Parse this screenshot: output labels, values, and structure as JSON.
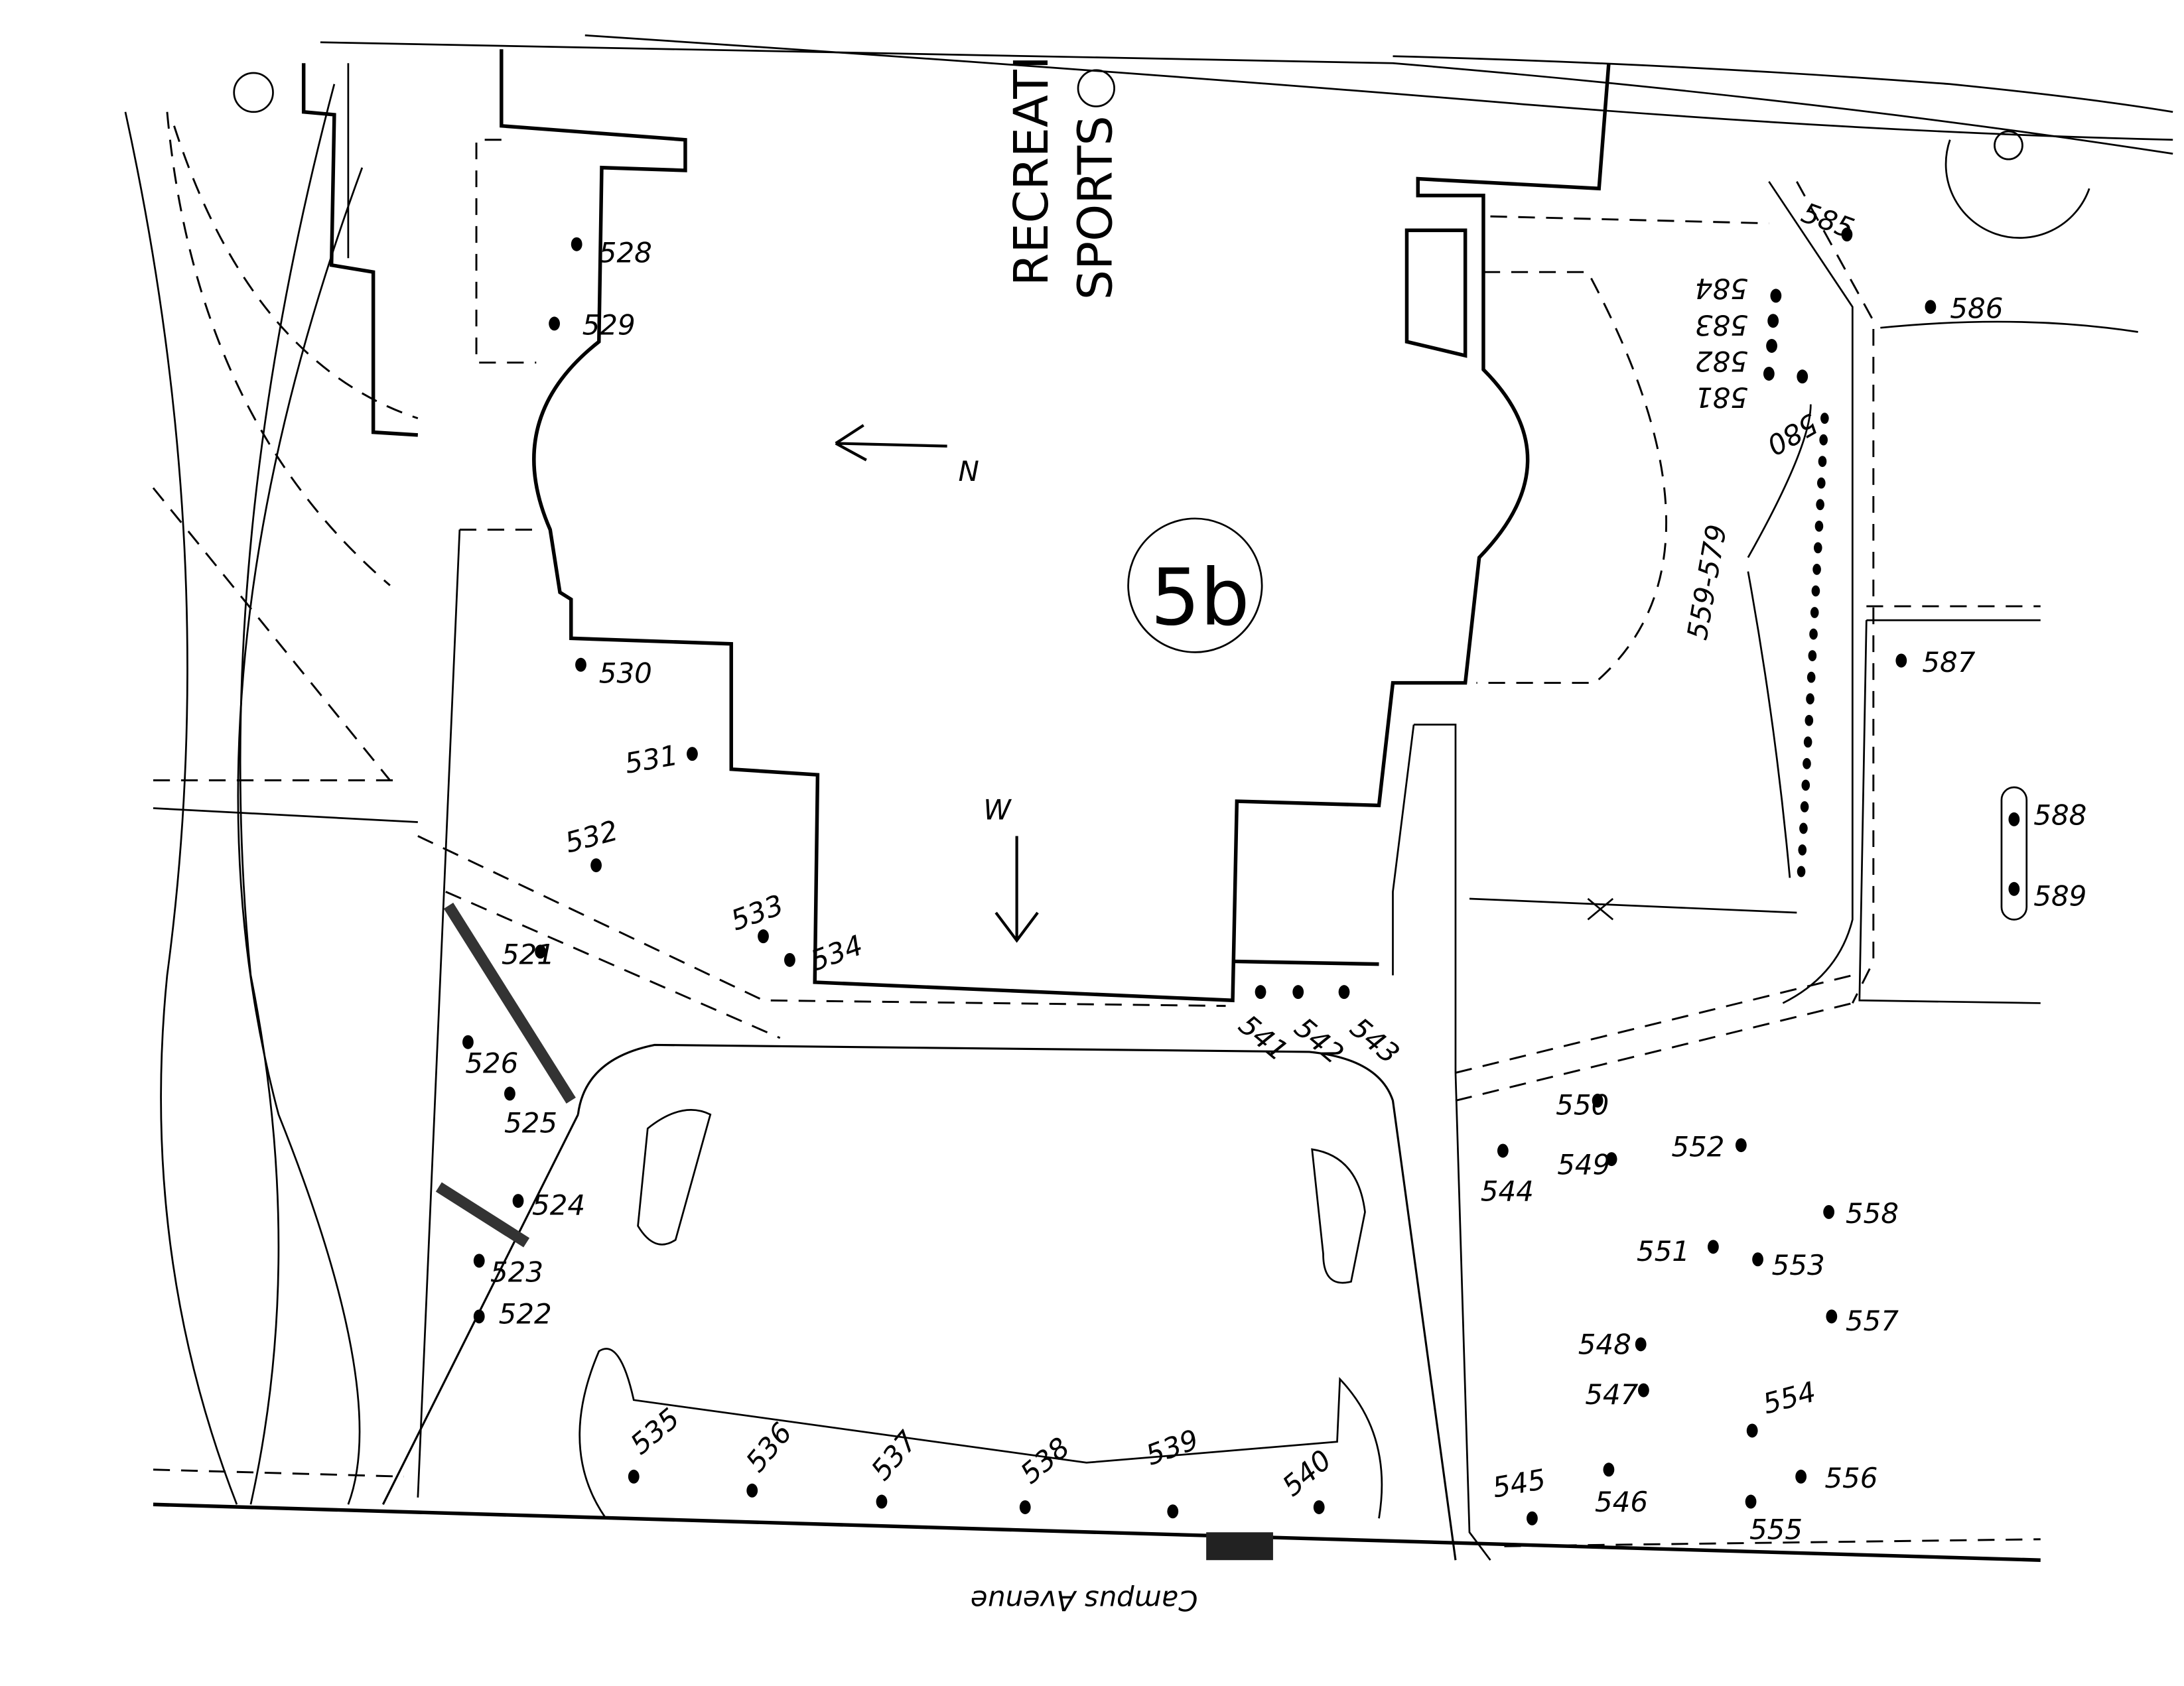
{
  "map": {
    "building_label_line1": "RECREATI",
    "building_label_line2": "SPORTS",
    "area_id": "5b",
    "north_label": "N",
    "west_label": "W",
    "street_name": "Campus Avenue",
    "range_label": "559-579",
    "trees": {
      "t521": "521",
      "t522": "522",
      "t523": "523",
      "t524": "524",
      "t525": "525",
      "t526": "526",
      "t528": "528",
      "t529": "529",
      "t530": "530",
      "t531": "531",
      "t532": "532",
      "t533": "533",
      "t534": "534",
      "t535": "535",
      "t536": "536",
      "t537": "537",
      "t538": "538",
      "t539": "539",
      "t540": "540",
      "t541": "541",
      "t542": "542",
      "t543": "543",
      "t544": "544",
      "t545": "545",
      "t546": "546",
      "t547": "547",
      "t548": "548",
      "t549": "549",
      "t550": "550",
      "t551": "551",
      "t552": "552",
      "t553": "553",
      "t554": "554",
      "t555": "555",
      "t556": "556",
      "t557": "557",
      "t558": "558",
      "t580": "580",
      "t581": "581",
      "t582": "582",
      "t583": "583",
      "t584": "584",
      "t585": "585",
      "t586": "586",
      "t587": "587",
      "t588": "588",
      "t589": "589"
    }
  }
}
